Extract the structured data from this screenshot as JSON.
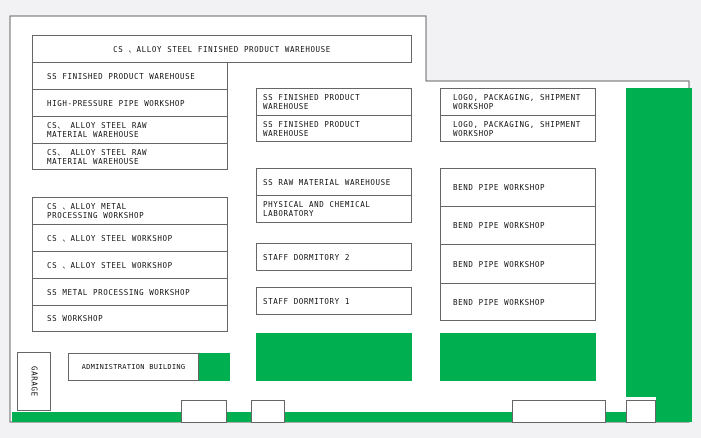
{
  "colors": {
    "green": "#00b050",
    "border": "#666666",
    "background": "#f2f2f4"
  },
  "buildings": {
    "top_warehouse": "CS 、ALLOY STEEL FINISHED PRODUCT WAREHOUSE",
    "left": [
      "SS FINISHED PRODUCT WAREHOUSE",
      "HIGH-PRESSURE PIPE WORKSHOP",
      "CS、 ALLOY STEEL RAW MATERIAL WAREHOUSE",
      "CS、 ALLOY STEEL RAW MATERIAL WAREHOUSE"
    ],
    "left2": [
      "CS 、ALLOY METAL PROCESSING WORKSHOP",
      "CS 、ALLOY STEEL WORKSHOP",
      "CS 、ALLOY STEEL WORKSHOP",
      "SS METAL PROCESSING WORKSHOP",
      "SS WORKSHOP"
    ],
    "middle": [
      "SS FINISHED PRODUCT WAREHOUSE",
      "SS FINISHED PRODUCT WAREHOUSE",
      "SS RAW MATERIAL WAREHOUSE",
      "PHYSICAL AND CHEMICAL LABORATORY",
      "STAFF DORMITORY 2",
      "STAFF DORMITORY 1"
    ],
    "right": [
      "LOGO, PACKAGING, SHIPMENT WORKSHOP",
      "LOGO, PACKAGING, SHIPMENT WORKSHOP",
      "BEND PIPE WORKSHOP",
      "BEND PIPE WORKSHOP",
      "BEND PIPE WORKSHOP",
      "BEND PIPE WORKSHOP"
    ],
    "admin": "ADMINISTRATION BUILDING",
    "garage": "GARAGE"
  }
}
